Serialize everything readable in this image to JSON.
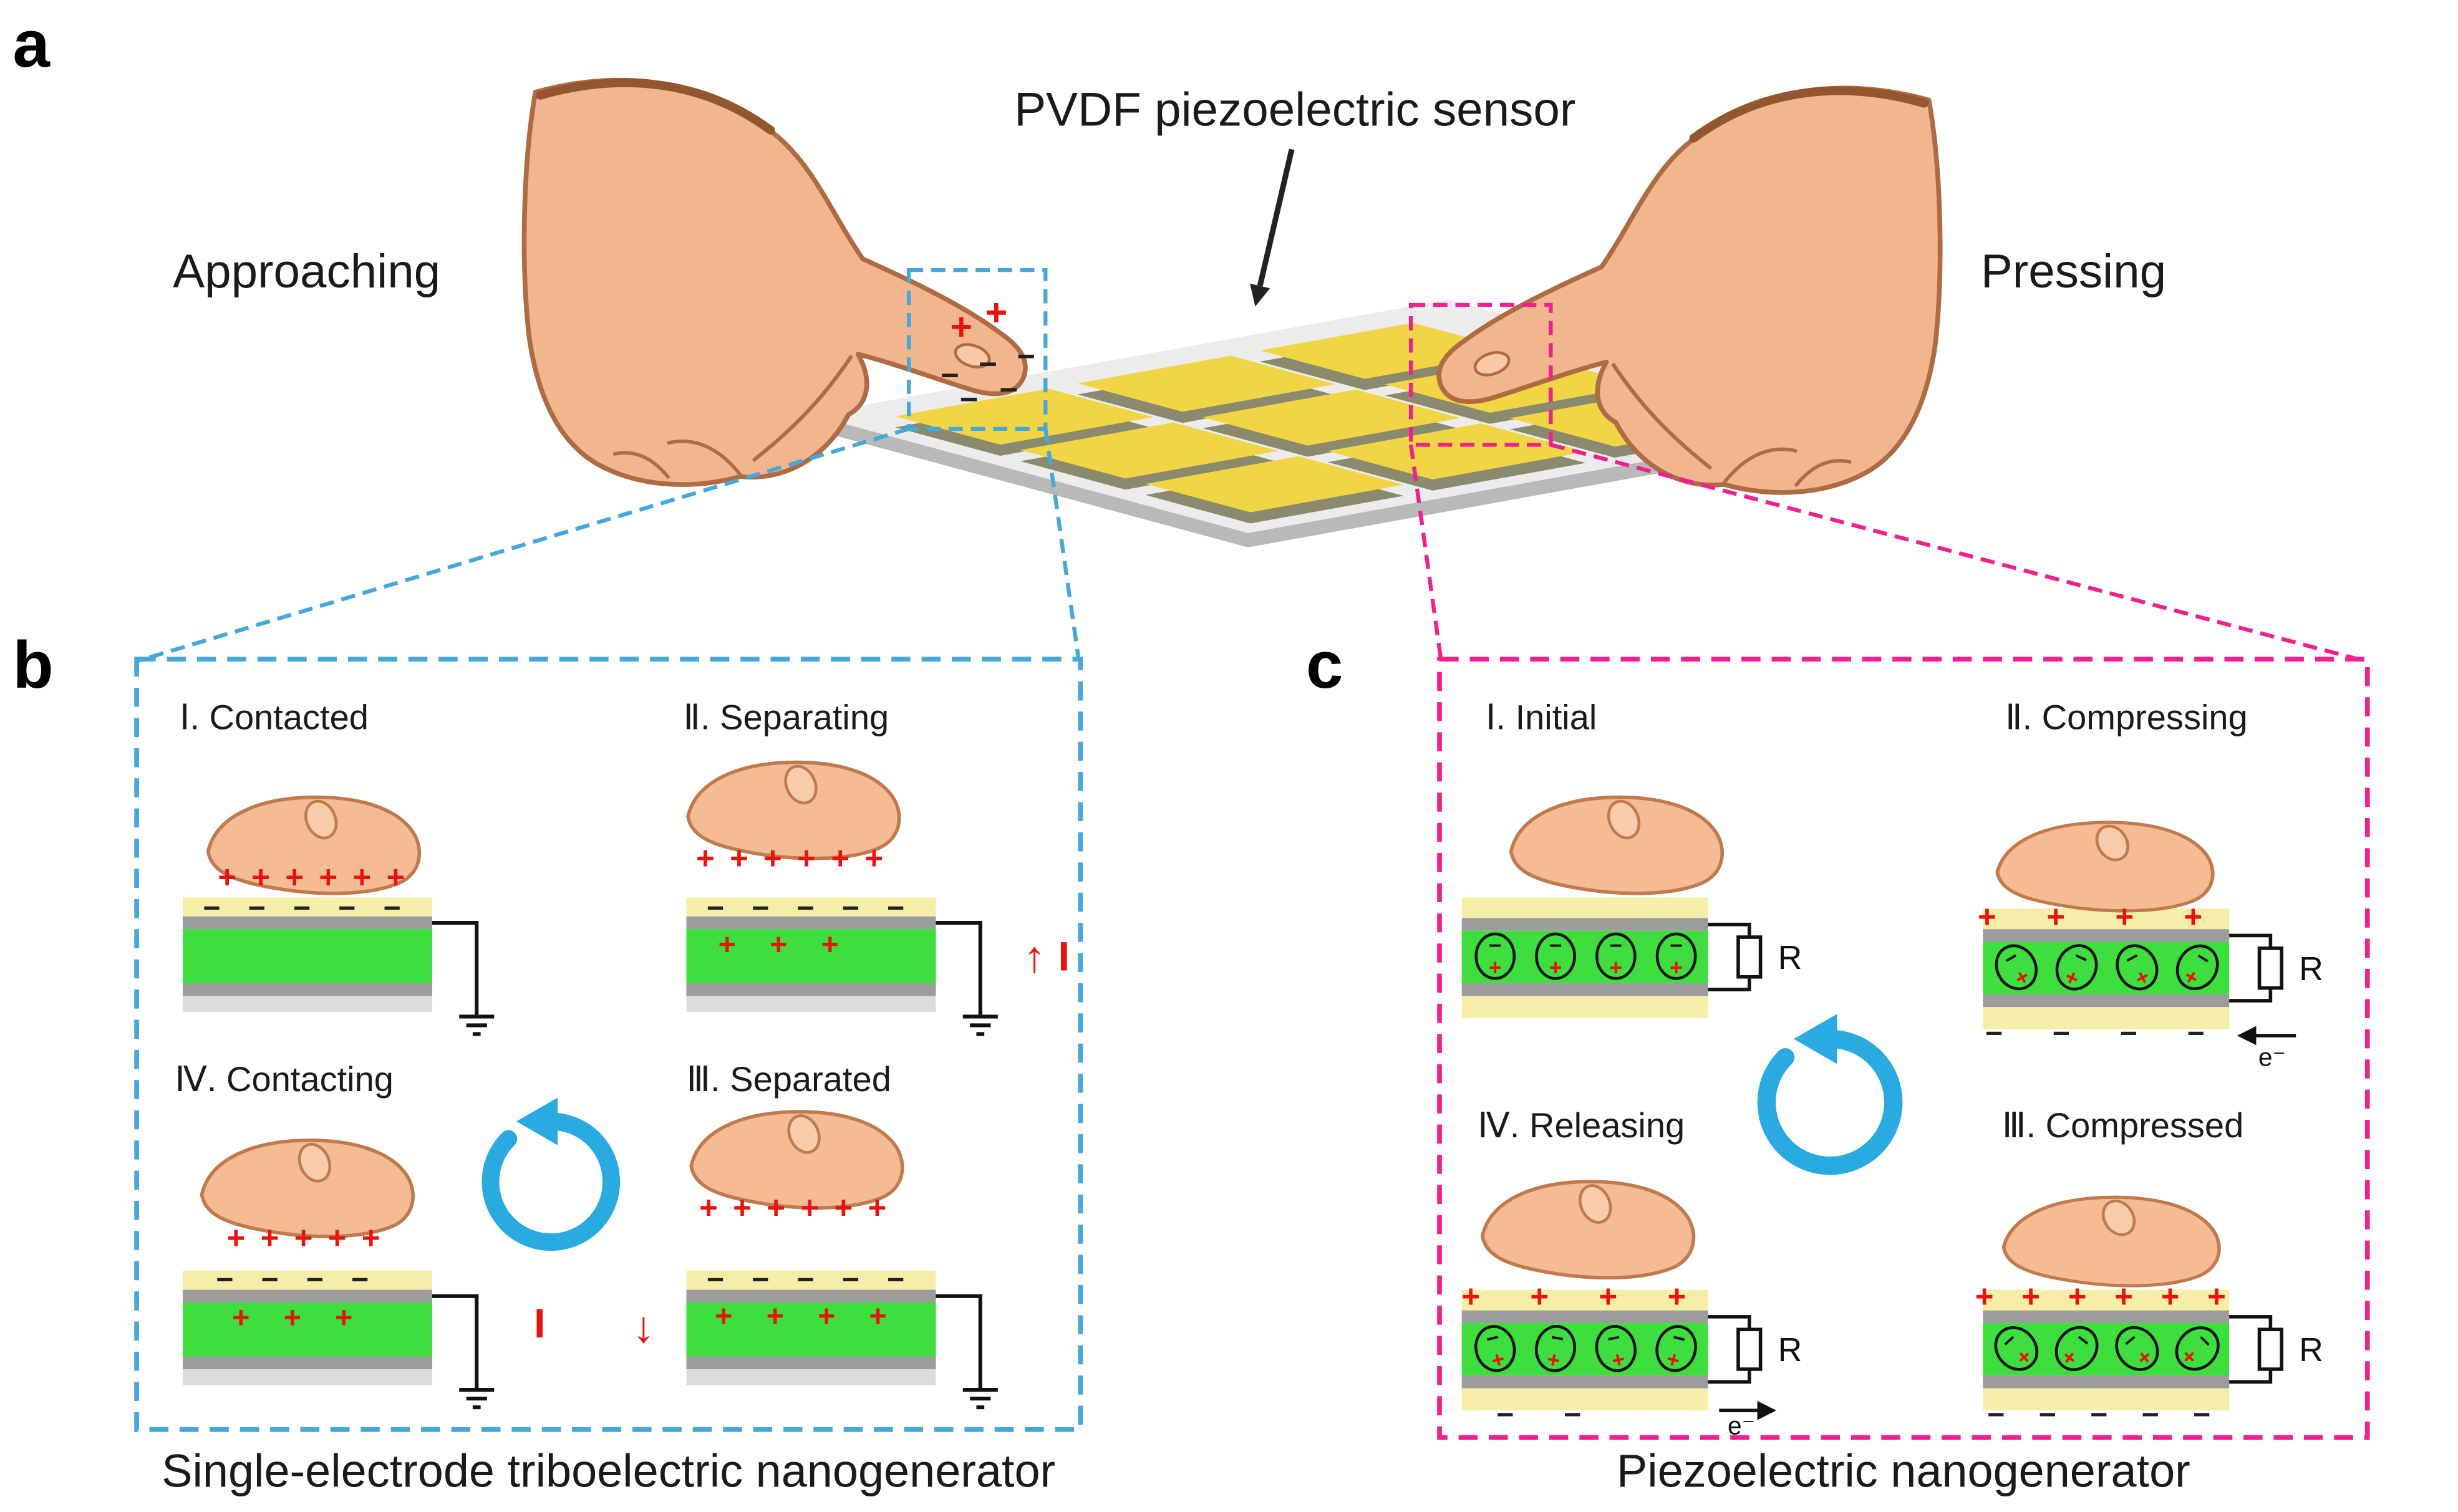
{
  "figure": {
    "panel_a_label": "a",
    "panel_b_label": "b",
    "panel_c_label": "c",
    "sensor_label": "PVDF piezoelectric sensor",
    "approaching_label": "Approaching",
    "pressing_label": "Pressing"
  },
  "panel_b": {
    "caption": "Single-electrode triboelectric nanogenerator",
    "current_label": "I",
    "states": [
      {
        "title": "Ⅰ. Contacted",
        "finger_charges": "+ + + + + +",
        "surface_charges": "− − − − −"
      },
      {
        "title": "Ⅱ. Separating",
        "finger_charges": "+ + + + + +",
        "surface_charges": "− − − − −",
        "inner_charges": "+ + +"
      },
      {
        "title": "Ⅳ. Contacting",
        "finger_charges": "+ + + + +",
        "surface_charges": "− − − −",
        "inner_charges": "+ + +"
      },
      {
        "title": "Ⅲ. Separated",
        "finger_charges": "+ + + + + +",
        "surface_charges": "− − − − −",
        "inner_charges": "+ + + +"
      }
    ]
  },
  "panel_c": {
    "caption": "Piezoelectric nanogenerator",
    "resistor_label": "R",
    "electron_label": "e⁻",
    "states": [
      {
        "title": "Ⅰ. Initial"
      },
      {
        "title": "Ⅱ. Compressing",
        "top_charges": "+ + + +",
        "bottom_charges": "− − − −"
      },
      {
        "title": "Ⅳ. Releasing",
        "top_charges": "+ + + +",
        "bottom_charges": "− −"
      },
      {
        "title": "Ⅲ. Compressed",
        "top_charges": "+ + + + + +",
        "bottom_charges": "− − − − −"
      }
    ]
  },
  "symbols": {
    "plus": "+",
    "minus": "−",
    "up_arrow": "↑",
    "down_arrow": "↓"
  },
  "sensor": {
    "tile_rows": 3,
    "tile_cols": 3
  },
  "colors": {
    "blue_dashed": "#45A7DB",
    "magenta_dashed": "#F0218F",
    "cycle_blue": "#29ABE2",
    "active_green": "#3FDE3F",
    "electrode_gray": "#9C9C9C",
    "film_yellow": "#F6EDA8",
    "tile_yellow": "#F2D545",
    "skin": "#F2B68F",
    "charge_red": "#E8130C"
  }
}
